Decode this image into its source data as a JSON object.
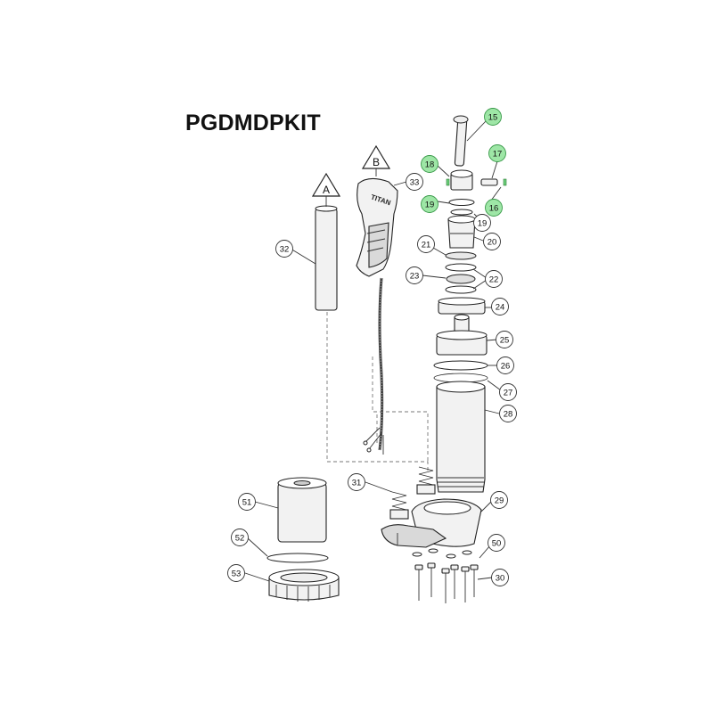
{
  "title": "PGDMDPKIT",
  "view_markers": [
    {
      "letter": "A"
    },
    {
      "letter": "B"
    }
  ],
  "callouts": [
    {
      "label": "15",
      "highlight": true
    },
    {
      "label": "17",
      "highlight": true
    },
    {
      "label": "18",
      "highlight": true
    },
    {
      "label": "19",
      "highlight": true
    },
    {
      "label": "16",
      "highlight": true
    },
    {
      "label": "19",
      "highlight": false
    },
    {
      "label": "20",
      "highlight": false
    },
    {
      "label": "21",
      "highlight": false
    },
    {
      "label": "22",
      "highlight": false
    },
    {
      "label": "23",
      "highlight": false
    },
    {
      "label": "24",
      "highlight": false
    },
    {
      "label": "25",
      "highlight": false
    },
    {
      "label": "26",
      "highlight": false
    },
    {
      "label": "27",
      "highlight": false
    },
    {
      "label": "28",
      "highlight": false
    },
    {
      "label": "29",
      "highlight": false
    },
    {
      "label": "30",
      "highlight": false
    },
    {
      "label": "31",
      "highlight": false
    },
    {
      "label": "32",
      "highlight": false
    },
    {
      "label": "33",
      "highlight": false
    },
    {
      "label": "50",
      "highlight": false
    },
    {
      "label": "51",
      "highlight": false
    },
    {
      "label": "52",
      "highlight": false
    },
    {
      "label": "53",
      "highlight": false
    }
  ],
  "handle_brand": "TITAN",
  "colors": {
    "highlight_fill": "#9ee6a6",
    "highlight_stroke": "#3a9a4a",
    "normal_fill": "#ffffff",
    "normal_stroke": "#333333"
  }
}
